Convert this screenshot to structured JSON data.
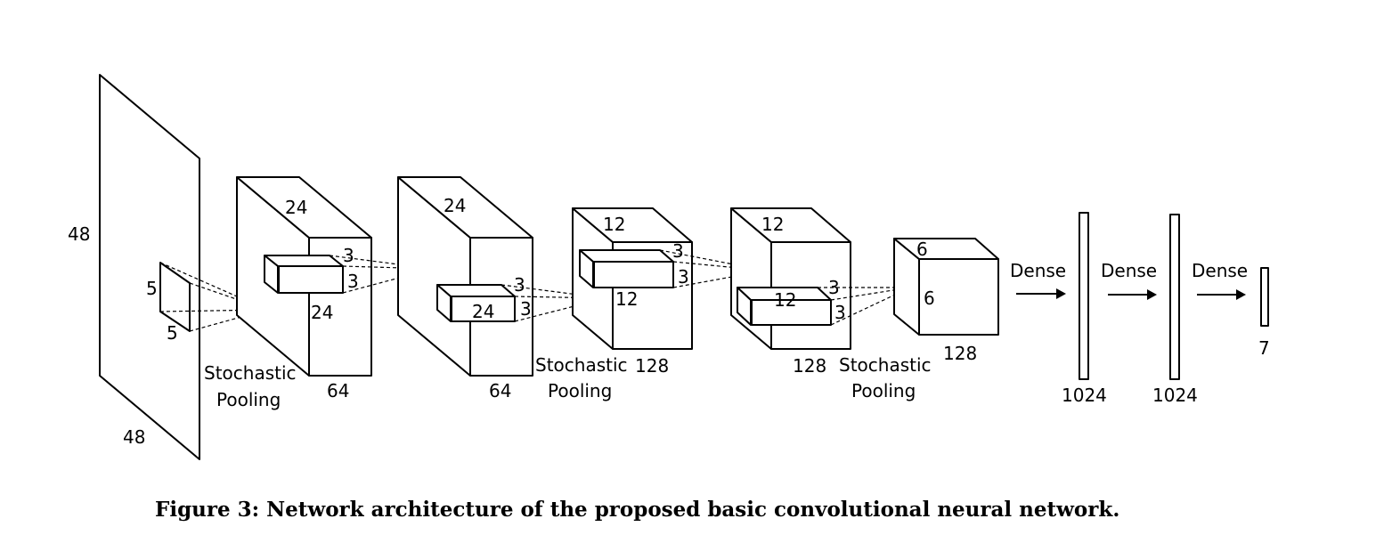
{
  "labels": {
    "input_height": "48",
    "input_width": "48",
    "kernel1_h": "5",
    "kernel1_w": "5",
    "conv1_top": "24",
    "conv1_side": "24",
    "conv1_depth": "64",
    "conv1_kernel_a": "3",
    "conv1_kernel_b": "3",
    "pool1_line1": "Stochastic",
    "pool1_line2": "Pooling",
    "conv2_top": "24",
    "conv2_side": "24",
    "conv2_depth": "64",
    "conv2_kernel_a": "3",
    "conv2_kernel_b": "3",
    "conv3_top": "12",
    "conv3_side": "12",
    "conv3_depth": "128",
    "conv3_kernel_a": "3",
    "conv3_kernel_b": "3",
    "pool2_line1": "Stochastic",
    "pool2_line2": "Pooling",
    "conv4_top": "12",
    "conv4_side": "12",
    "conv4_depth": "128",
    "conv4_kernel_a": "3",
    "conv4_kernel_b": "3",
    "pool3_line1": "Stochastic",
    "pool3_line2": "Pooling",
    "conv5_top": "6",
    "conv5_side": "6",
    "conv5_depth": "128",
    "dense1": "Dense",
    "dense2": "Dense",
    "dense3": "Dense",
    "fc1_size": "1024",
    "fc2_size": "1024",
    "out_size": "7"
  },
  "caption": "Figure 3: Network architecture of the proposed basic convolutional neural network."
}
